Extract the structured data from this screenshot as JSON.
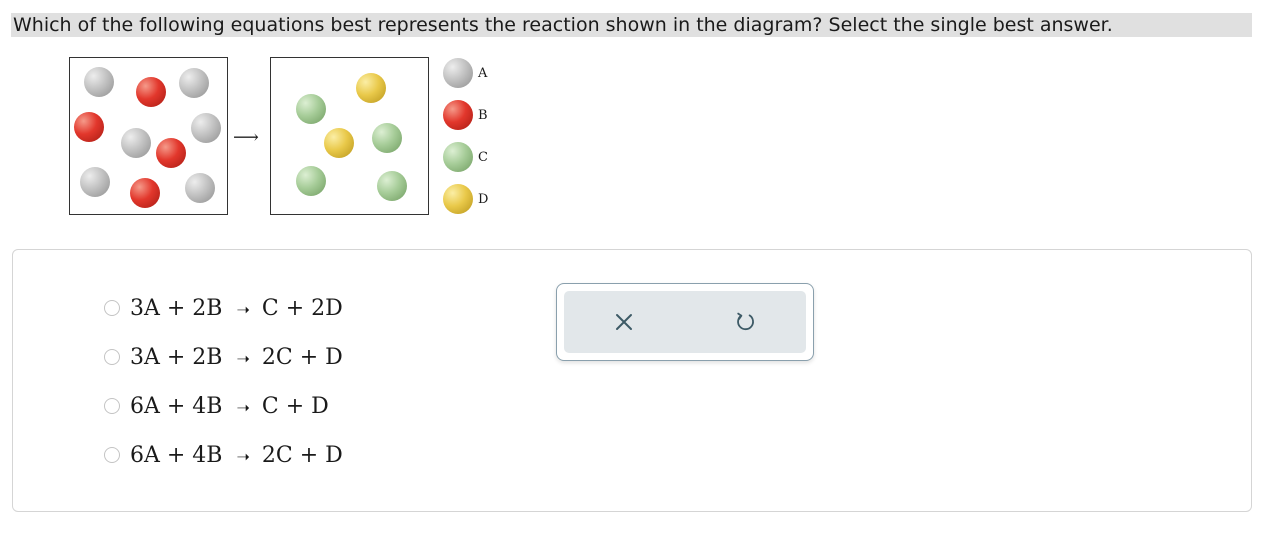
{
  "question": {
    "text": "Which of the following equations best represents the reaction shown in the diagram? Select the single best answer."
  },
  "diagram": {
    "arrow": "⟶",
    "legend": [
      {
        "label": "A",
        "color": "#b8b8b8",
        "species": "A"
      },
      {
        "label": "B",
        "color": "#e2372c",
        "species": "B"
      },
      {
        "label": "C",
        "color": "#a6cc98",
        "species": "C"
      },
      {
        "label": "D",
        "color": "#e9c94a",
        "species": "D"
      }
    ]
  },
  "answers": {
    "options": [
      {
        "lhs": "3A + 2B",
        "rhs": "C + 2D"
      },
      {
        "lhs": "3A + 2B",
        "rhs": "2C + D"
      },
      {
        "lhs": "6A + 4B",
        "rhs": "C + D"
      },
      {
        "lhs": "6A + 4B",
        "rhs": "2C + D"
      }
    ],
    "arrow": "➝"
  },
  "toolbar": {
    "clear_icon": "close-icon",
    "undo_icon": "undo-icon"
  }
}
